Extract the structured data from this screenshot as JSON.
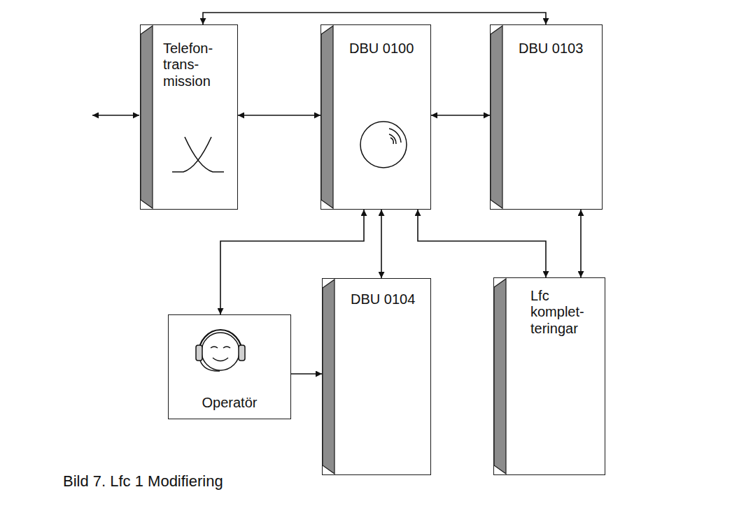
{
  "diagram": {
    "caption": "Bild 7. Lfc 1 Modifiering",
    "nodes": [
      {
        "text": [
          "Telefon- trans- mission"
        ]
      },
      {
        "text": [
          "DBU 0100"
        ]
      },
      {
        "text": [
          "DBU 0103"
        ]
      },
      {
        "text": [
          "Operatör"
        ]
      },
      {
        "text": [
          "DBU 0104"
        ]
      },
      {
        "text": [
          "Lfc komplet- teringar"
        ]
      }
    ],
    "edges": [
      {
        "from": 0,
        "to": 1,
        "arrow": "both"
      },
      {
        "from": 1,
        "to": 2,
        "arrow": "both"
      },
      {
        "from": 0,
        "to": 2,
        "arrow": "both"
      },
      {
        "from": 1,
        "to": 3,
        "arrow": "both"
      },
      {
        "from": 1,
        "to": 4,
        "arrow": "both"
      },
      {
        "from": 1,
        "to": 5,
        "arrow": "both"
      },
      {
        "from": 2,
        "to": 5,
        "arrow": "both"
      },
      {
        "from": 3,
        "to": 4,
        "arrow": "to"
      }
    ]
  }
}
